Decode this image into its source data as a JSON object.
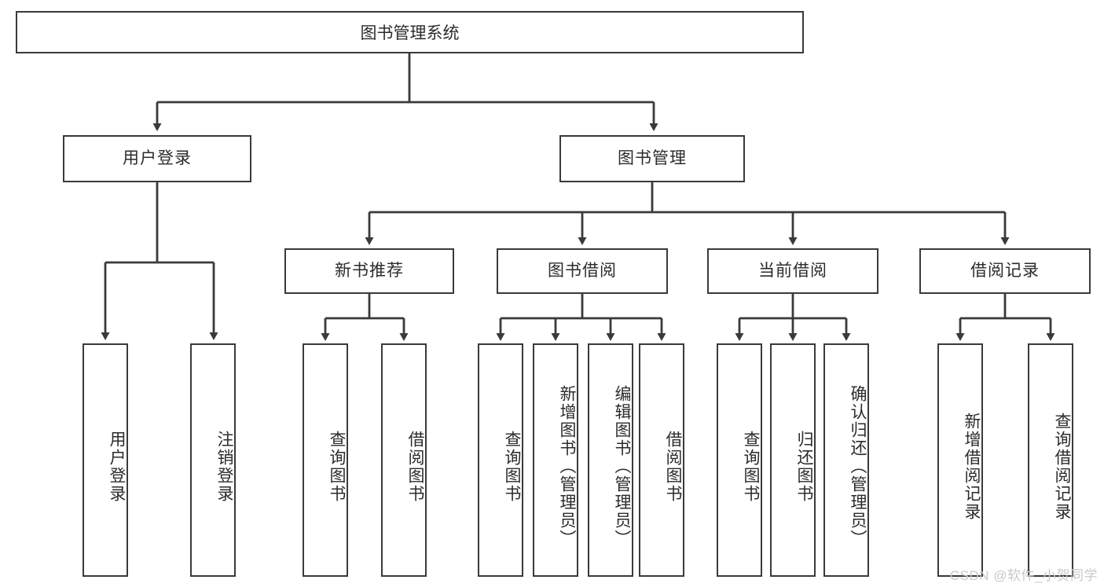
{
  "diagram": {
    "title": "图书管理系统",
    "type": "tree-hierarchy-chart",
    "root": {
      "label": "图书管理系统"
    },
    "level2": [
      {
        "label": "用户登录"
      },
      {
        "label": "图书管理"
      }
    ],
    "level3": [
      {
        "label": "新书推荐"
      },
      {
        "label": "图书借阅"
      },
      {
        "label": "当前借阅"
      },
      {
        "label": "借阅记录"
      }
    ],
    "leaves": {
      "user_login": [
        {
          "label": "用户登录"
        },
        {
          "label": "注销登录"
        }
      ],
      "new_book_recommend": [
        {
          "label": "查询图书"
        },
        {
          "label": "借阅图书"
        }
      ],
      "book_borrow": [
        {
          "label": "查询图书"
        },
        {
          "label": "新增图书（管理员）"
        },
        {
          "label": "编辑图书（管理员）"
        },
        {
          "label": "借阅图书"
        }
      ],
      "current_borrow": [
        {
          "label": "查询图书"
        },
        {
          "label": "归还图书"
        },
        {
          "label": "确认归还（管理员）"
        }
      ],
      "borrow_record": [
        {
          "label": "新增借阅记录"
        },
        {
          "label": "查询借阅记录"
        }
      ]
    }
  },
  "watermark": {
    "text": "CSDN @软件_小贺同学",
    "color": "#c9c9c9"
  },
  "style": {
    "line_color": "#3a3a3a",
    "box_fill": "#ffffff",
    "text_color": "#2b2b2b"
  }
}
